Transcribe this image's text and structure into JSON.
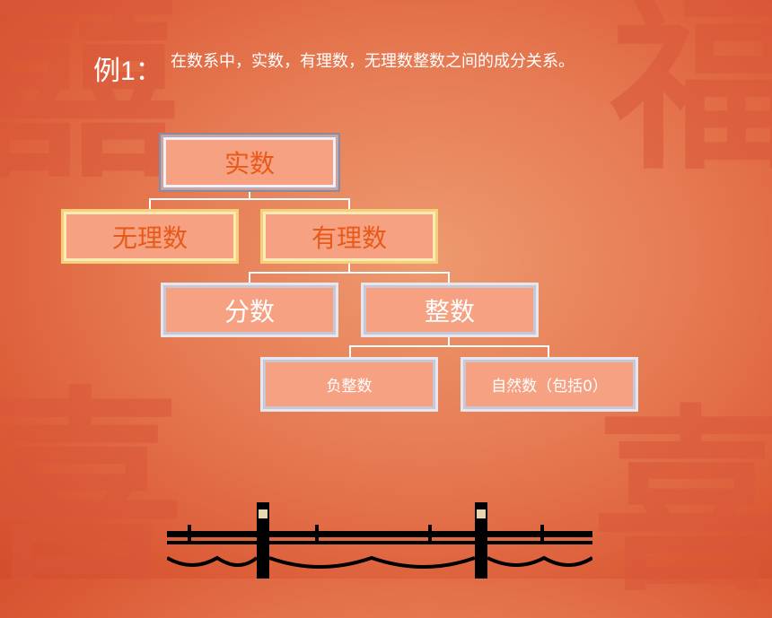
{
  "example": {
    "label": "例1：",
    "text": "在数系中，实数，有理数，无理数整数之间的成分关系。"
  },
  "tree": {
    "root": "实数",
    "level1": [
      "无理数",
      "有理数"
    ],
    "level2": [
      "分数",
      "整数"
    ],
    "level3": [
      "负整数",
      "自然数（包括0）"
    ]
  },
  "decor": {
    "seal_chars": [
      "囍",
      "福",
      "喜",
      "喜"
    ],
    "colors": {
      "background": "#e67a52",
      "box_fill": "#f7a183",
      "accent_text": "#e85a1a",
      "gold_border": "#f5d07a",
      "silver_border": "#e6e6ee"
    }
  }
}
